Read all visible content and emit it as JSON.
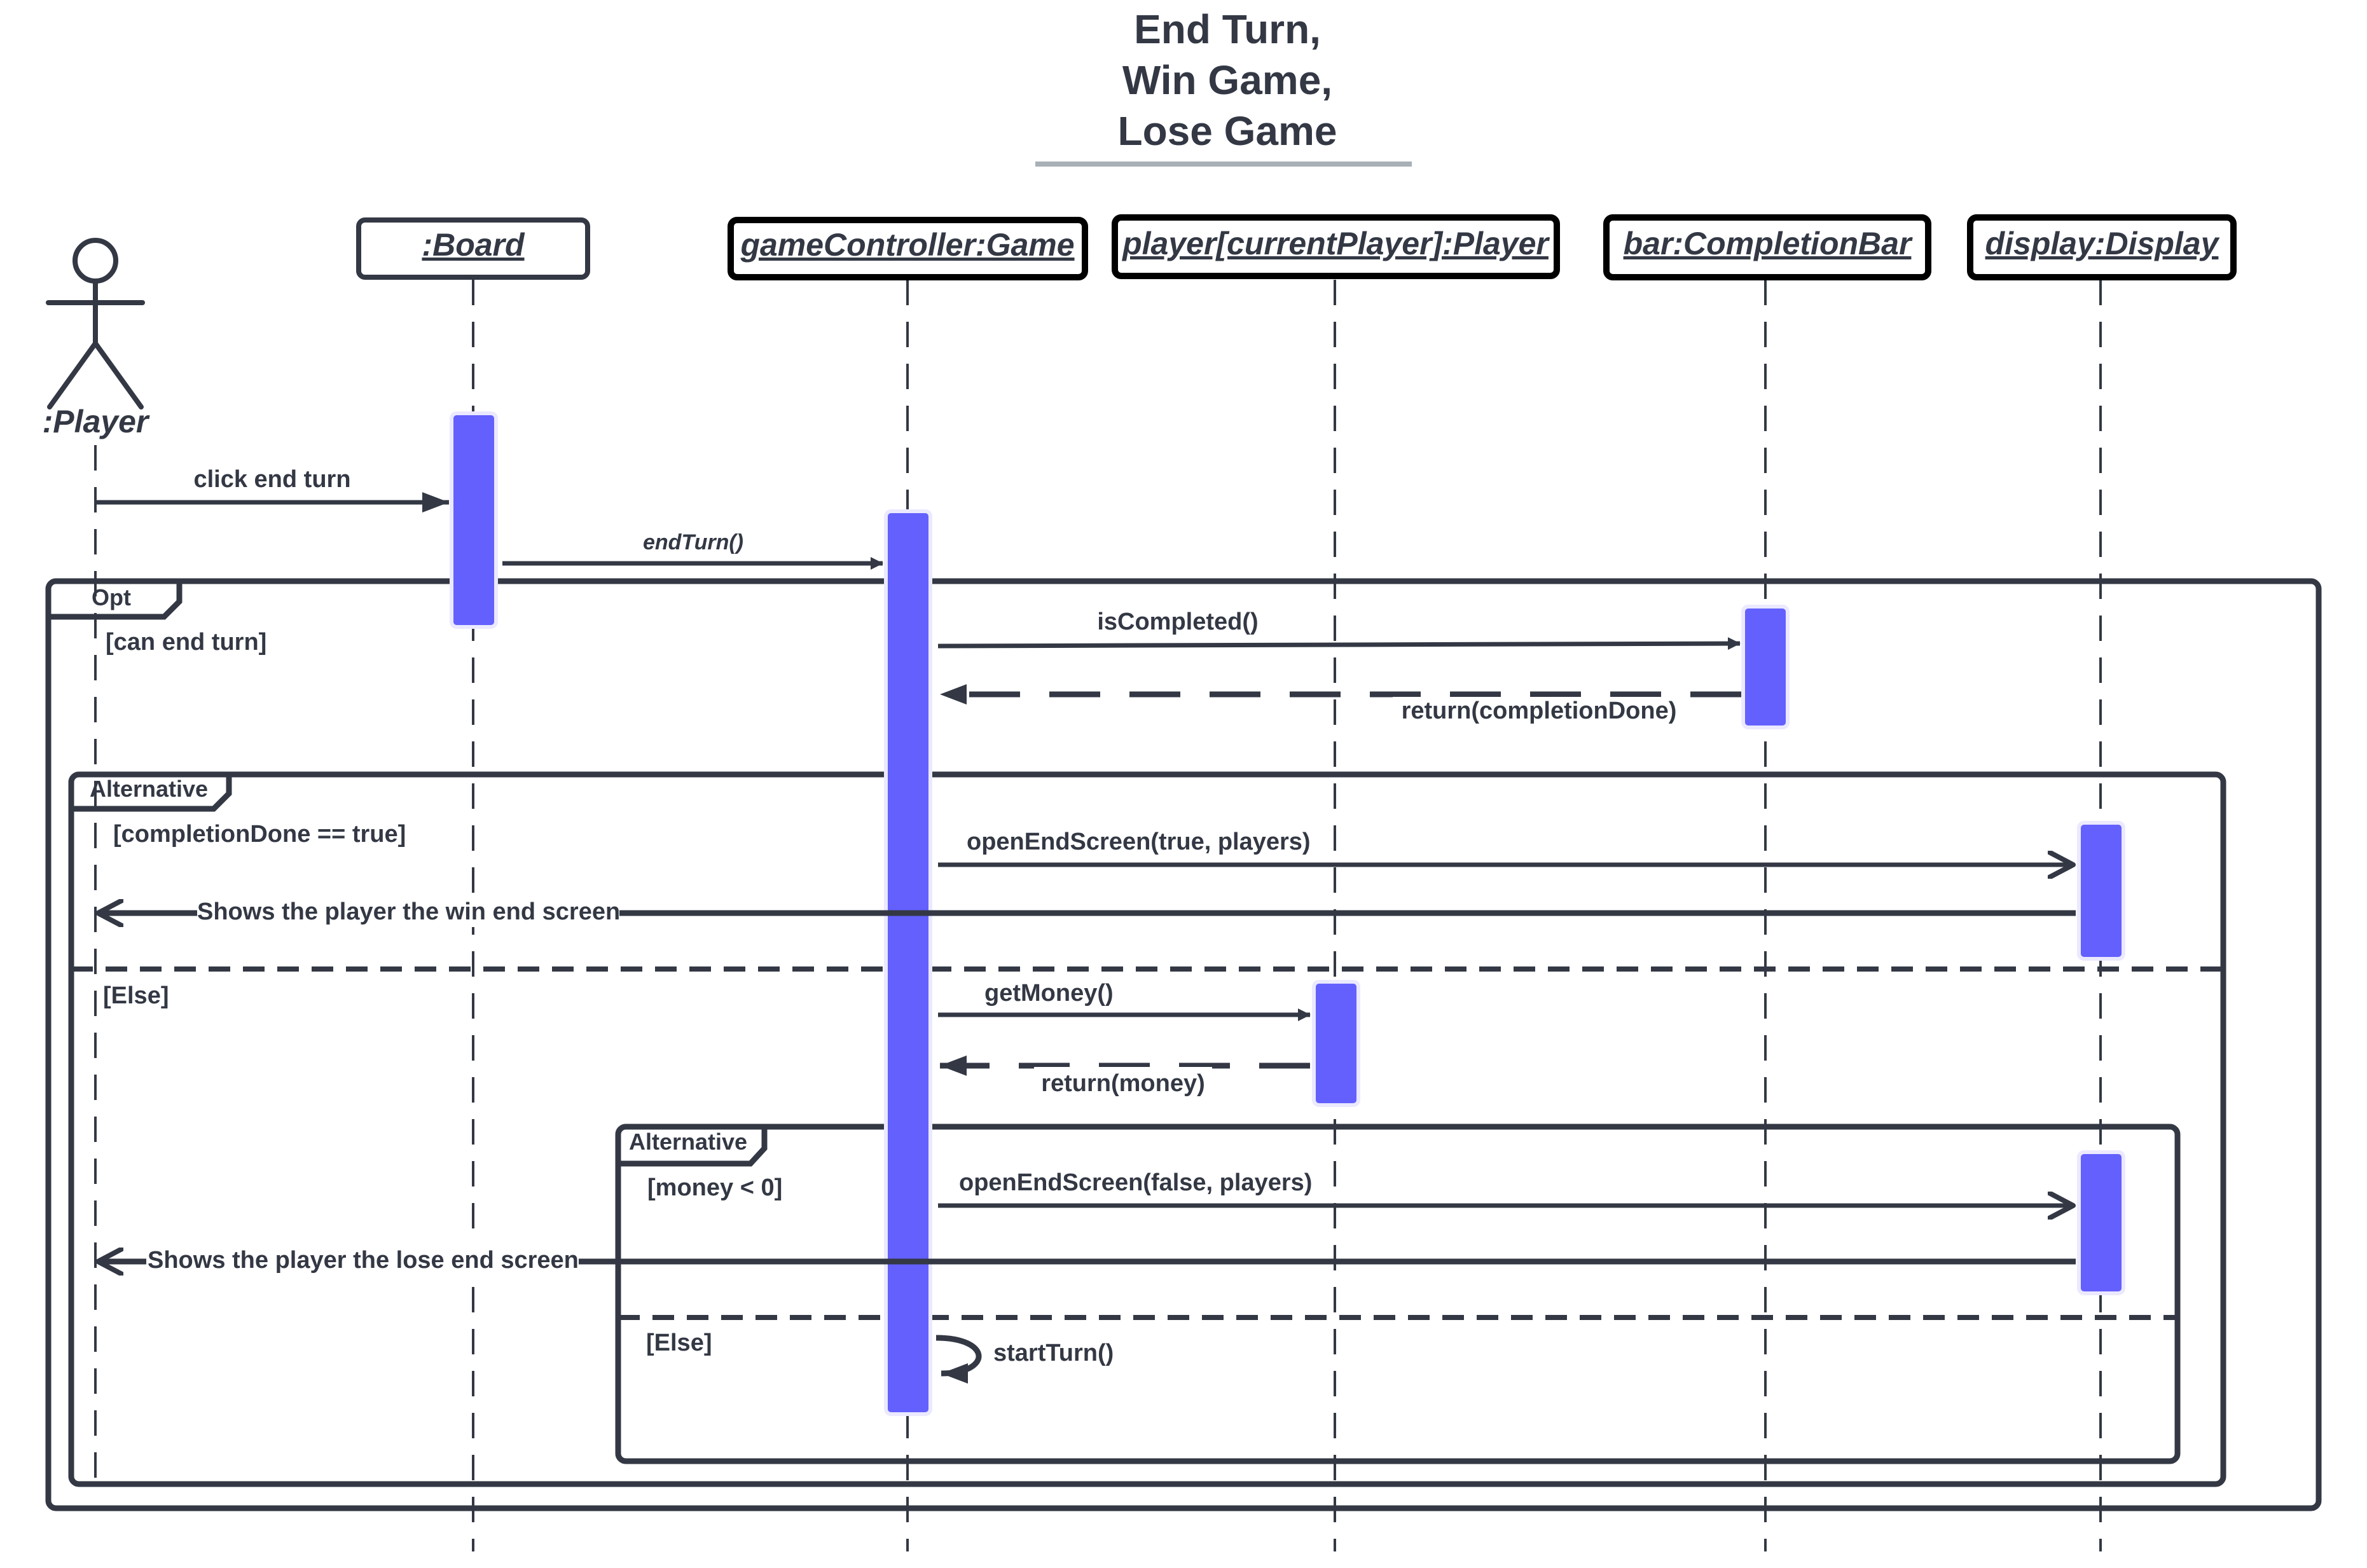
{
  "title": [
    "End Turn,",
    "Win Game,",
    "Lose Game"
  ],
  "participants": {
    "actor": ":Player",
    "board": ":Board",
    "game": "gameController:Game",
    "player": "player[currentPlayer]:Player",
    "bar": "bar:CompletionBar",
    "display": "display:Display"
  },
  "messages": {
    "click_end_turn": "click end turn",
    "end_turn": "endTurn()",
    "is_completed": "isCompleted()",
    "return_completion": "return(completionDone)",
    "open_end_win": "openEndScreen(true, players)",
    "shows_win": "Shows the player the win end screen",
    "get_money": "getMoney()",
    "return_money": "return(money)",
    "open_end_lose": "openEndScreen(false, players)",
    "shows_lose": "Shows the player the lose end screen",
    "start_turn": "startTurn()"
  },
  "fragments": {
    "opt": {
      "label": "Opt",
      "guard": "[can end turn]"
    },
    "alt_outer": {
      "label": "Alternative",
      "guard_if": "[completionDone == true]",
      "guard_else": "[Else]"
    },
    "alt_inner": {
      "label": "Alternative",
      "guard_if": "[money < 0]",
      "guard_else": "[Else]"
    }
  },
  "colors": {
    "activation": "#6360fe",
    "stroke": "#333844",
    "title_underline": "#a9b0b7"
  }
}
